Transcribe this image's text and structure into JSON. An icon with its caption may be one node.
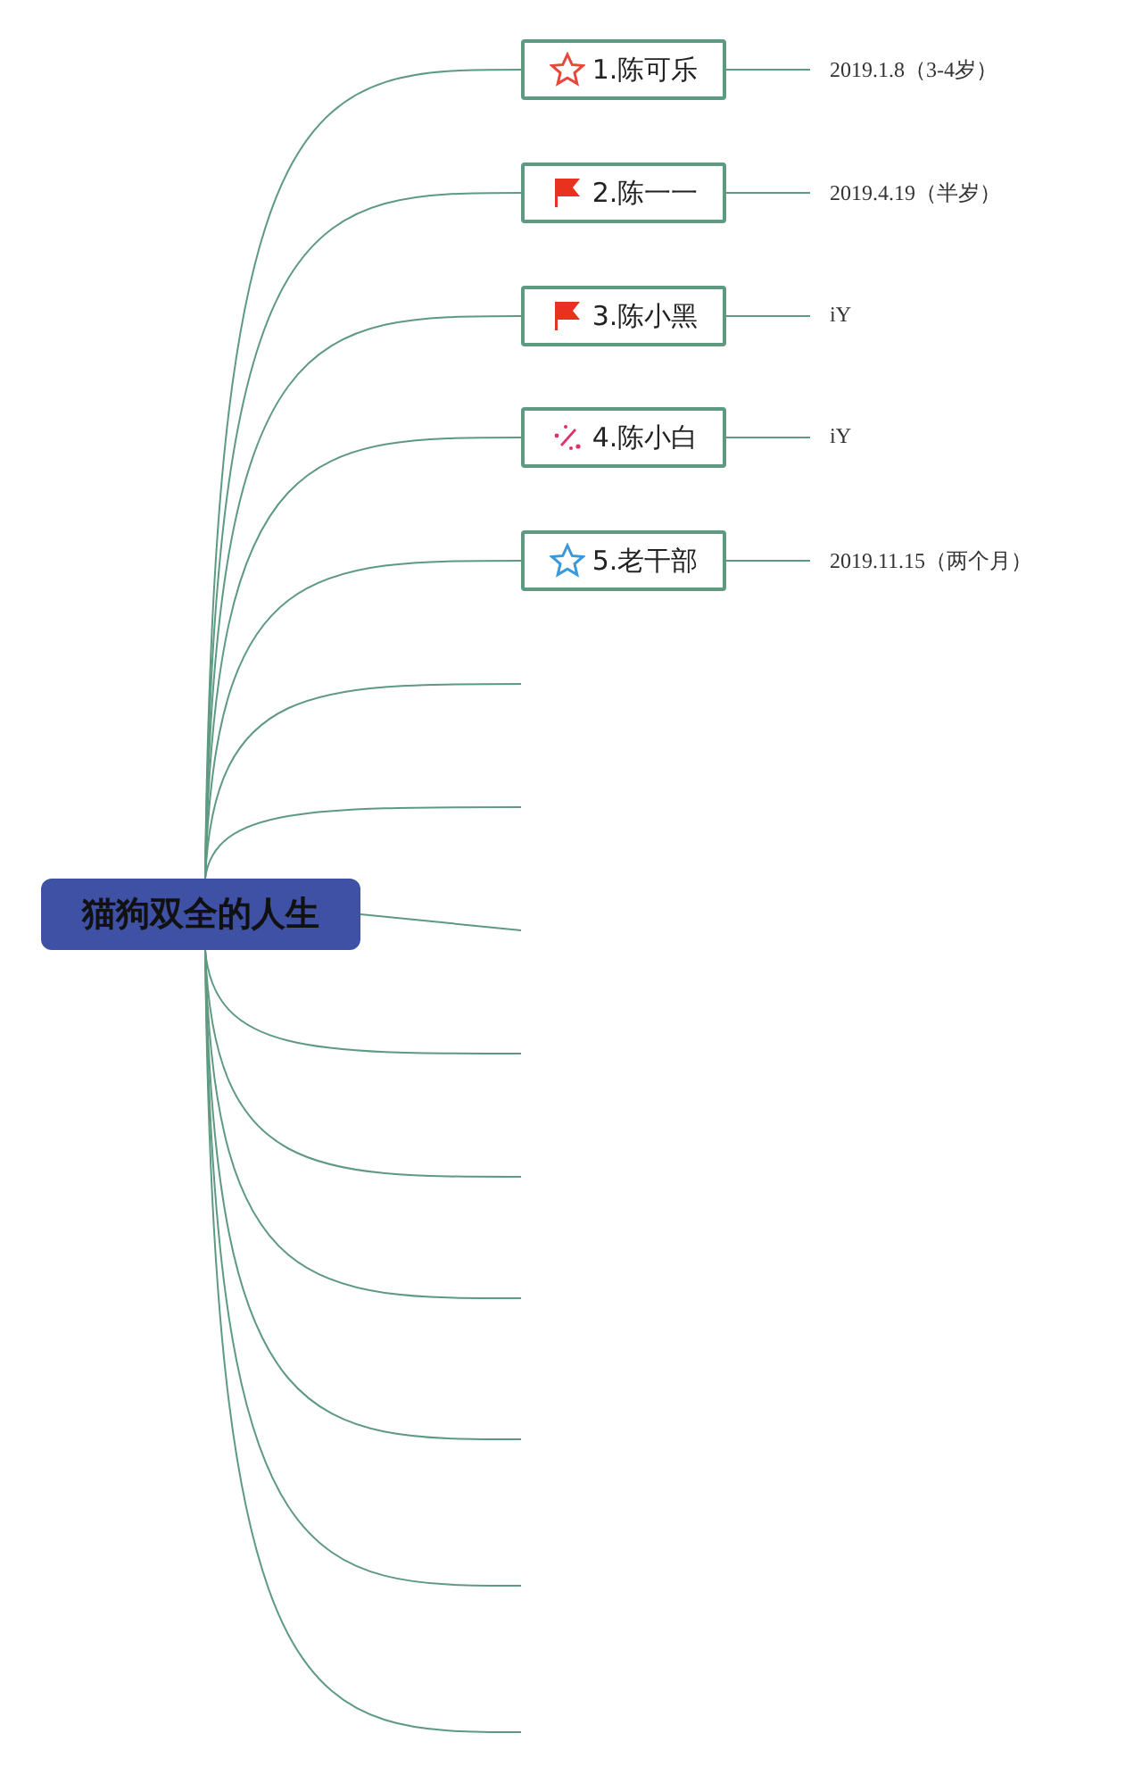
{
  "diagram": {
    "nodes": [
      {
        "text": [
          "猫狗双全的人生"
        ]
      },
      {
        "text": [
          "1.陈可乐"
        ]
      },
      {
        "text": [
          "2.陈一一"
        ]
      },
      {
        "text": [
          "3.陈小黑"
        ]
      },
      {
        "text": [
          "4.陈小白"
        ]
      },
      {
        "text": [
          "5.老干部"
        ]
      },
      {
        "text": [
          "2019.1.8（3-4岁）"
        ]
      },
      {
        "text": [
          "2019.4.19（半岁）"
        ]
      },
      {
        "text": [
          "iY"
        ]
      },
      {
        "text": [
          "iY"
        ]
      },
      {
        "text": [
          "2019.11.15（两个月）"
        ]
      }
    ],
    "edges": [
      {
        "from": 0,
        "to": 1,
        "arrow": "none"
      },
      {
        "from": 0,
        "to": 2,
        "arrow": "none"
      },
      {
        "from": 0,
        "to": 3,
        "arrow": "none"
      },
      {
        "from": 0,
        "to": 4,
        "arrow": "none"
      },
      {
        "from": 0,
        "to": 5,
        "arrow": "none"
      },
      {
        "from": 1,
        "to": 6,
        "arrow": "none"
      },
      {
        "from": 2,
        "to": 7,
        "arrow": "none"
      },
      {
        "from": 3,
        "to": 8,
        "arrow": "none"
      },
      {
        "from": 4,
        "to": 9,
        "arrow": "none"
      },
      {
        "from": 5,
        "to": 10,
        "arrow": "none"
      },
      {
        "from": 0,
        "to": null,
        "arrow": "none"
      },
      {
        "from": 0,
        "to": null,
        "arrow": "none"
      },
      {
        "from": 0,
        "to": null,
        "arrow": "none"
      },
      {
        "from": 0,
        "to": null,
        "arrow": "none"
      },
      {
        "from": 0,
        "to": null,
        "arrow": "none"
      },
      {
        "from": 0,
        "to": null,
        "arrow": "none"
      },
      {
        "from": 0,
        "to": null,
        "arrow": "none"
      },
      {
        "from": 0,
        "to": null,
        "arrow": "none"
      },
      {
        "from": 0,
        "to": null,
        "arrow": "none"
      }
    ]
  }
}
